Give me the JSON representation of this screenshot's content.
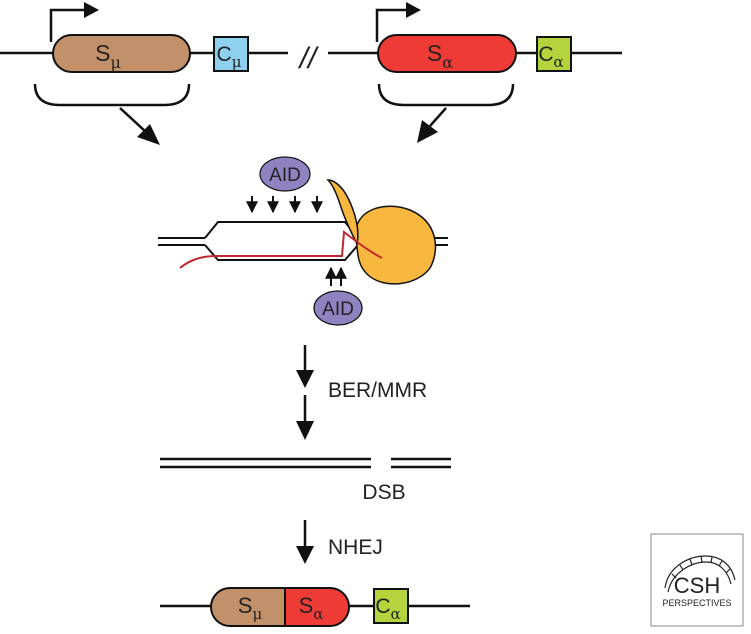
{
  "colors": {
    "s_mu": "#c2916a",
    "s_alpha": "#ee3b36",
    "c_mu": "#8fd0ee",
    "c_alpha": "#b4d33d",
    "aid": "#8e83c0",
    "polymerase": "#f8b73e",
    "rna": "#c0272d",
    "line": "#111111"
  },
  "gene_top": {
    "s_mu": {
      "main": "S",
      "sub": "μ"
    },
    "c_mu": {
      "main": "C",
      "sub": "μ"
    },
    "break_mark": "//",
    "s_alpha": {
      "main": "S",
      "sub": "α"
    },
    "c_alpha": {
      "main": "C",
      "sub": "α"
    }
  },
  "aid_top": "AID",
  "aid_bottom": "AID",
  "steps": {
    "ber_mmr": "BER/MMR",
    "dsb": "DSB",
    "nhej": "NHEJ"
  },
  "gene_bottom": {
    "s_mu": {
      "main": "S",
      "sub": "μ"
    },
    "s_alpha": {
      "main": "S",
      "sub": "α"
    },
    "c_alpha": {
      "main": "C",
      "sub": "α"
    }
  },
  "logo": {
    "title": "CSH",
    "subtitle": "PERSPECTIVES"
  }
}
